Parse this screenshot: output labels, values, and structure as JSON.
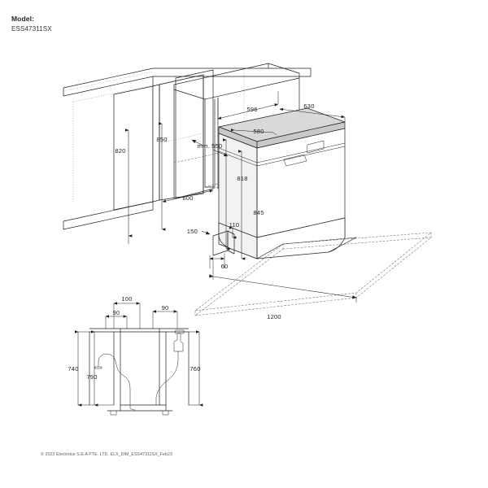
{
  "header": {
    "model_label": "Model:",
    "model_value": "ESS47311SX"
  },
  "footer": {
    "copyright": "© 2023 Electrolux S.E.A PTE. LTD. ELX_DIM_ESS47311SX_Feb23"
  },
  "colors": {
    "line": "#231f20",
    "top_fill": "#d9d9d9",
    "edge_fill": "#c9c9c9",
    "background": "#ffffff",
    "hidden_line": "#6e6a6c"
  },
  "diagrams": {
    "main": {
      "name": "installation-isometric-view",
      "dimensions": {
        "cabinet_inner_height": "820",
        "counter_height": "850",
        "cabinet_min_depth": "min. 550",
        "cabinet_depth": "600",
        "niche_width": "596",
        "unit_depth_with_door": "630",
        "top_width": "580",
        "body_height": "818",
        "overall_height": "845",
        "plinth_recess": "150",
        "toe_kick_height": "110",
        "toe_kick_depth": "60",
        "door_open_clearance": "1200"
      }
    },
    "services": {
      "name": "services-rear-view",
      "dimensions": {
        "inlet_offset_a": "100",
        "inlet_offset_b": "90",
        "drain_offset": "90",
        "inlet_height_outer": "740",
        "inlet_height_inner": "790",
        "drain_height": "760"
      },
      "icons": {
        "water_inlet": "tap-icon",
        "waste_outlet": "drain-icon"
      }
    }
  },
  "dimension_values": {
    "d820": "820",
    "d850": "850",
    "d550": "min. 550",
    "d600": "600",
    "d596": "596",
    "d630": "630",
    "d580": "580",
    "d818": "818",
    "d845": "845",
    "d150": "150",
    "d110": "110",
    "d60": "60",
    "d1200": "1200",
    "d100": "100",
    "d90a": "90",
    "d90b": "90",
    "d740": "740",
    "d790": "790",
    "d760": "760"
  }
}
